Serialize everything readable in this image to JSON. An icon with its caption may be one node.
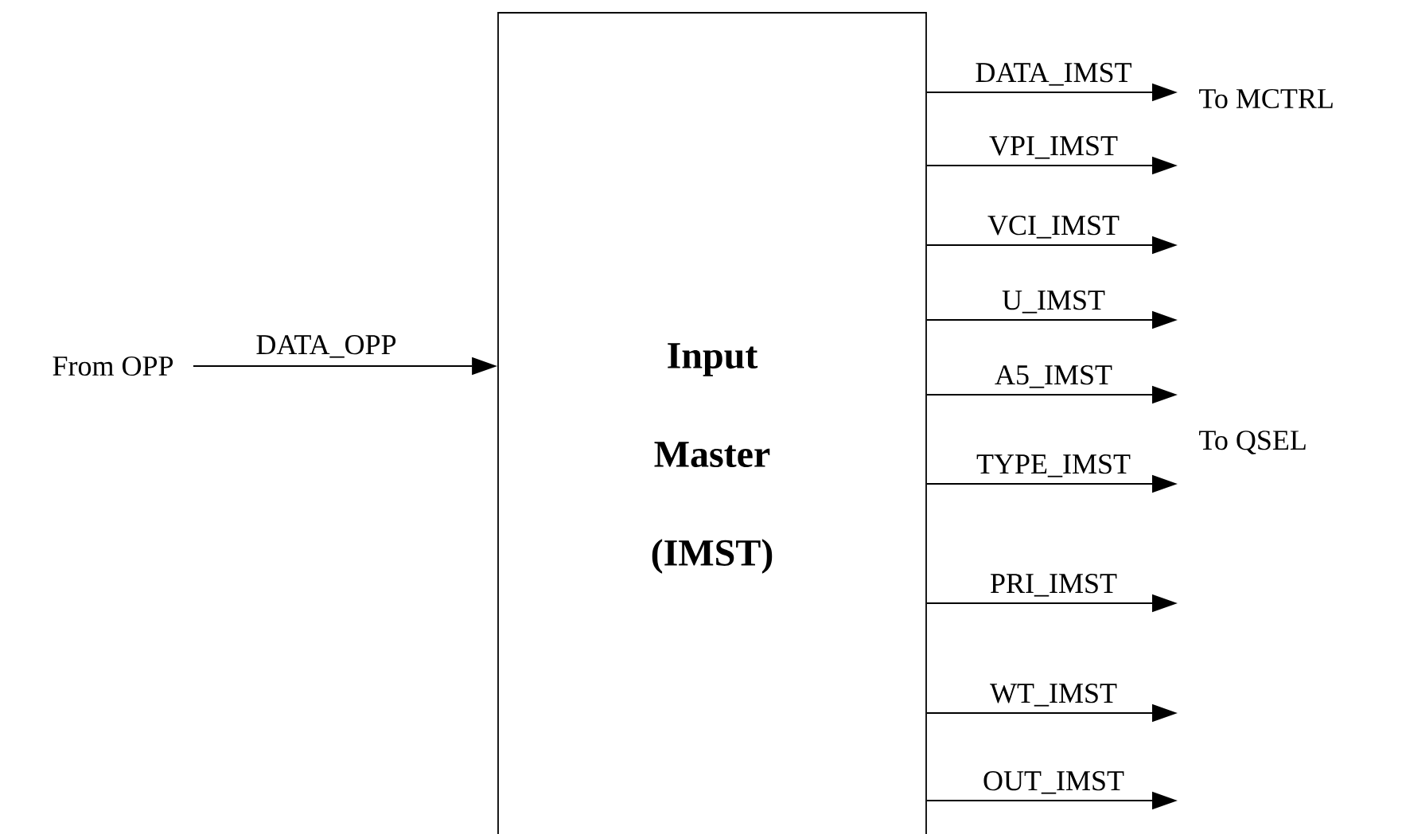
{
  "diagram": {
    "nodes": [
      {
        "text": [
          "Input Master (IMST)"
        ]
      },
      {
        "text": [
          "From OPP"
        ]
      }
    ],
    "edges": [
      {
        "from": 1,
        "to": 0,
        "arrow": "to",
        "label": "DATA_OPP"
      },
      {
        "from": 0,
        "to": null,
        "arrow": "to",
        "label": "DATA_IMST"
      },
      {
        "from": 0,
        "to": null,
        "arrow": "to",
        "label": "VPI_IMST"
      },
      {
        "from": 0,
        "to": null,
        "arrow": "to",
        "label": "VCI_IMST"
      },
      {
        "from": 0,
        "to": null,
        "arrow": "to",
        "label": "U_IMST"
      },
      {
        "from": 0,
        "to": null,
        "arrow": "to",
        "label": "A5_IMST"
      },
      {
        "from": 0,
        "to": null,
        "arrow": "to",
        "label": "TYPE_IMST"
      },
      {
        "from": 0,
        "to": null,
        "arrow": "to",
        "label": "PRI_IMST"
      },
      {
        "from": 0,
        "to": null,
        "arrow": "to",
        "label": "WT_IMST"
      },
      {
        "from": 0,
        "to": null,
        "arrow": "to",
        "label": "OUT_IMST"
      }
    ],
    "labels": [
      "To MCTRL",
      "To QSEL"
    ]
  }
}
